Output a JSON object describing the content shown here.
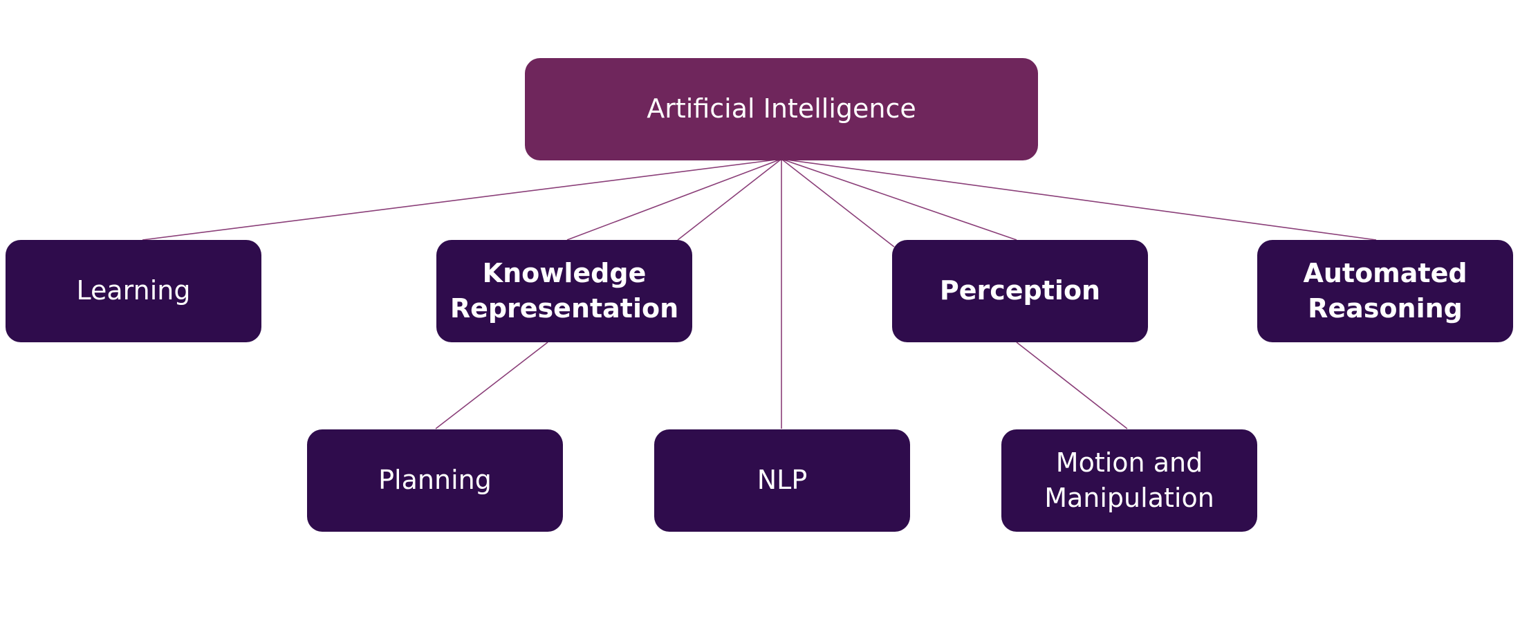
{
  "diagram": {
    "root": {
      "label": "Artificial Intelligence"
    },
    "children": [
      {
        "id": "learning",
        "label": "Learning"
      },
      {
        "id": "knowledge",
        "label": "Knowledge Representation"
      },
      {
        "id": "perception",
        "label": "Perception"
      },
      {
        "id": "reasoning",
        "label": "Automated Reasoning"
      }
    ],
    "grandchildren": [
      {
        "id": "planning",
        "label": "Planning"
      },
      {
        "id": "nlp",
        "label": "NLP"
      },
      {
        "id": "motion",
        "label": "Motion and Manipulation"
      }
    ]
  },
  "colors": {
    "root": "#6f265c",
    "node": "#2f0c4c",
    "text": "#ffffff",
    "connector": "#8a3e78"
  }
}
